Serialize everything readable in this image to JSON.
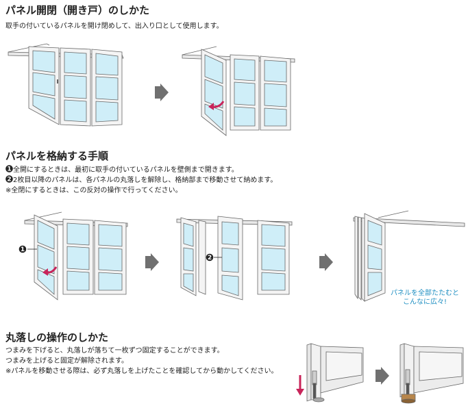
{
  "section1": {
    "title": "パネル開閉（開き戸）のしかた",
    "desc": "取手の付いているパネルを開け閉めして、出入り口として使用します。"
  },
  "section2": {
    "title": "パネルを格納する手順",
    "step1_marker": "1",
    "step1": "全開にするときは、最初に取手の付いているパネルを壁側まで開きます。",
    "step2_marker": "2",
    "step2": "2枚目以降のパネルは、各パネルの丸落しを解除し、格納部まで移動させて納めます。",
    "note": "※全閉にするときは、この反対の操作で行ってください。",
    "caption_line1": "パネルを全部たたむと",
    "caption_line2": "こんなに広々!"
  },
  "section3": {
    "title": "丸落しの操作のしかた",
    "line1": "つまみを下げると、丸落しが落ちて一枚ずつ固定することができます。",
    "line2": "つまみを上げると固定が解除されます。",
    "line3": "※パネルを移動させる際は、必ず丸落しを上げたことを確認してから動かしてください。"
  },
  "colors": {
    "glass": "#cfeef8",
    "frame": "#f4f4f4",
    "outline": "#666666",
    "arrow_gray": "#707070",
    "accent_red": "#c8245a",
    "caption_blue": "#1f8fc2"
  }
}
